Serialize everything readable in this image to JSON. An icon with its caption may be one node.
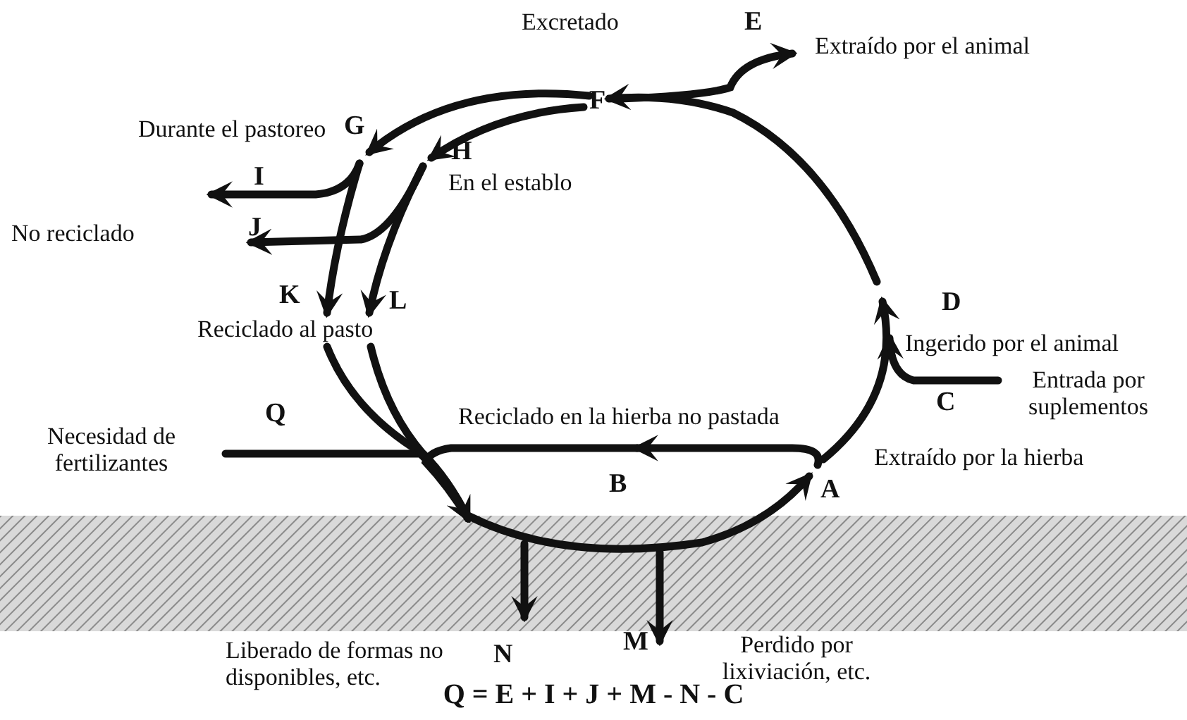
{
  "diagram": {
    "caption": "Q = E + I + J + M - N - C",
    "nodes": [
      {
        "text": [
          "A"
        ],
        "beside": [
          "Extraído por la hierba"
        ]
      },
      {
        "text": [
          "B"
        ],
        "beside": [
          "Reciclado en la hierba no pastada"
        ]
      },
      {
        "text": [
          "C"
        ],
        "beside": [
          "Entrada por suplementos"
        ]
      },
      {
        "text": [
          "D"
        ],
        "beside": [
          "Ingerido por el animal"
        ]
      },
      {
        "text": [
          "E"
        ],
        "beside": [
          "Extraído por el animal"
        ]
      },
      {
        "text": [
          "F"
        ],
        "beside": [
          "Excretado"
        ]
      },
      {
        "text": [
          "G"
        ],
        "beside": [
          "Durante el pastoreo"
        ]
      },
      {
        "text": [
          "H"
        ],
        "beside": [
          "En el establo"
        ]
      },
      {
        "text": [
          "I"
        ]
      },
      {
        "text": [
          "J"
        ]
      },
      {
        "text": [
          "K"
        ]
      },
      {
        "text": [
          "L"
        ]
      },
      {
        "text": [
          "Q"
        ],
        "beside": [
          "Necesidad de fertilizantes"
        ]
      },
      {
        "text": [
          "N"
        ],
        "beside": [
          "Liberado de formas no disponibles, etc."
        ]
      },
      {
        "text": [
          "M"
        ],
        "beside": [
          "Perdido por lixiviación, etc."
        ]
      },
      {
        "text": [],
        "shape": "bar"
      }
    ],
    "edges": [
      {
        "from": 12,
        "to": 15,
        "arrow": "to"
      },
      {
        "from": 10,
        "to": 15,
        "arrow": "none"
      },
      {
        "from": 11,
        "to": 15,
        "arrow": "none"
      },
      {
        "from": 0,
        "to": 1,
        "arrow": "to"
      },
      {
        "from": 1,
        "to": 15,
        "arrow": "none"
      },
      {
        "from": 15,
        "to": 13,
        "arrow": "to"
      },
      {
        "from": 15,
        "to": 14,
        "arrow": "to"
      },
      {
        "from": 15,
        "to": 0,
        "arrow": "to"
      },
      {
        "from": 0,
        "to": 3,
        "arrow": "to"
      },
      {
        "from": 2,
        "to": 3,
        "arrow": "to"
      },
      {
        "from": 3,
        "to": 5,
        "arrow": "to"
      },
      {
        "from": 5,
        "to": 4,
        "arrow": "to"
      },
      {
        "from": 5,
        "to": 6,
        "arrow": "to"
      },
      {
        "from": 5,
        "to": 7,
        "arrow": "to"
      },
      {
        "from": 6,
        "to": 8,
        "arrow": "to"
      },
      {
        "from": 6,
        "to": 10,
        "arrow": "to"
      },
      {
        "from": 7,
        "to": 9,
        "arrow": "to"
      },
      {
        "from": 7,
        "to": 11,
        "arrow": "to"
      }
    ],
    "labels": [
      "No reciclado",
      "Reciclado al pasto"
    ]
  }
}
